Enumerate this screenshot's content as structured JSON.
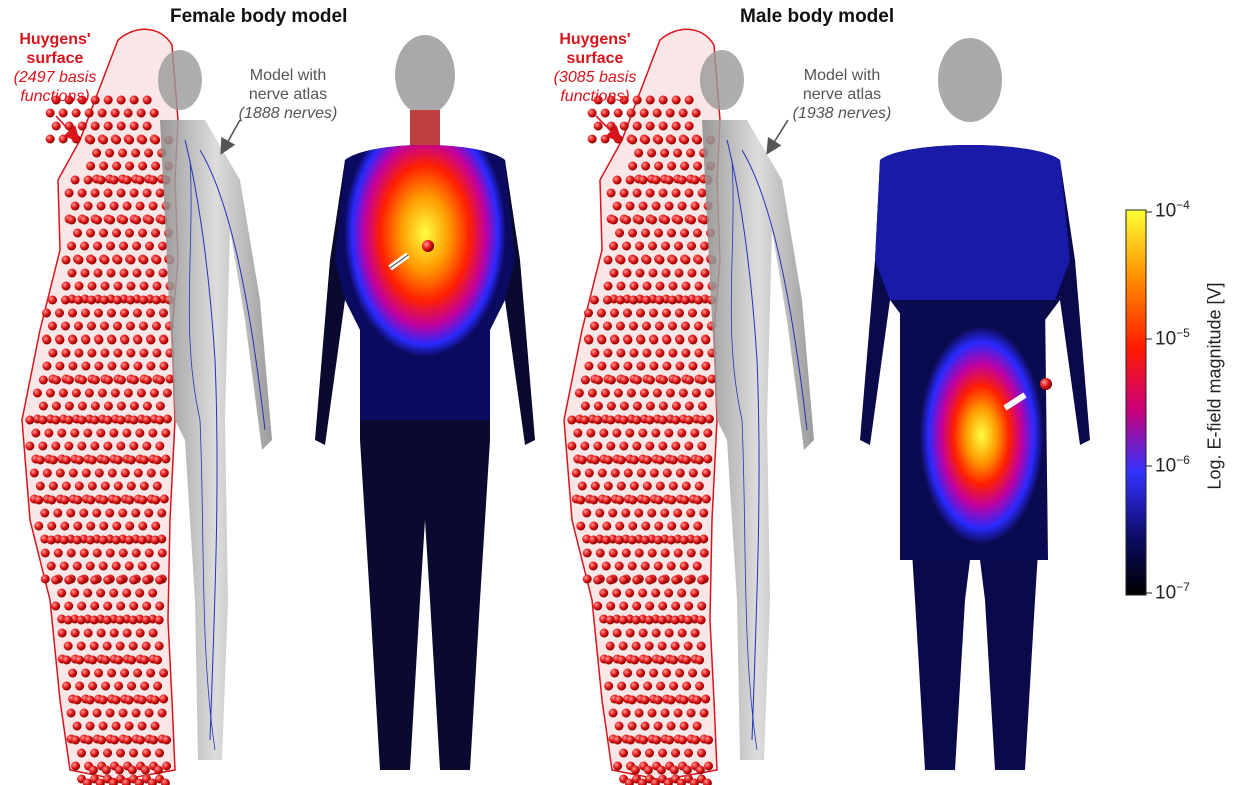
{
  "panels": {
    "female": {
      "title": "Female body model",
      "huygens_title": "Huygens'\nsurface",
      "huygens_count": "(2497 basis\nfunctions)",
      "nerve_label": "Model with\nnerve atlas",
      "nerve_count": "(1888 nerves)"
    },
    "male": {
      "title": "Male body model",
      "huygens_title": "Huygens'\nsurface",
      "huygens_count": "(3085 basis\nfunctions)",
      "nerve_label": "Model with\nnerve atlas",
      "nerve_count": "(1938 nerves)"
    }
  },
  "colorbar": {
    "label": "Log. E-field magnitude [V]",
    "ticks": [
      {
        "base": "10",
        "exp": "−4"
      },
      {
        "base": "10",
        "exp": "−5"
      },
      {
        "base": "10",
        "exp": "−6"
      },
      {
        "base": "10",
        "exp": "−7"
      }
    ],
    "colors": [
      "#ffff33",
      "#ff8c00",
      "#ff1a00",
      "#c8007a",
      "#3333ff",
      "#0a0a5e",
      "#000000"
    ]
  },
  "colors": {
    "huygens": "#d9141c",
    "nerve": "#2233bb",
    "skin": "#bdbdbd",
    "dark_limb": "#0d0d0d"
  }
}
